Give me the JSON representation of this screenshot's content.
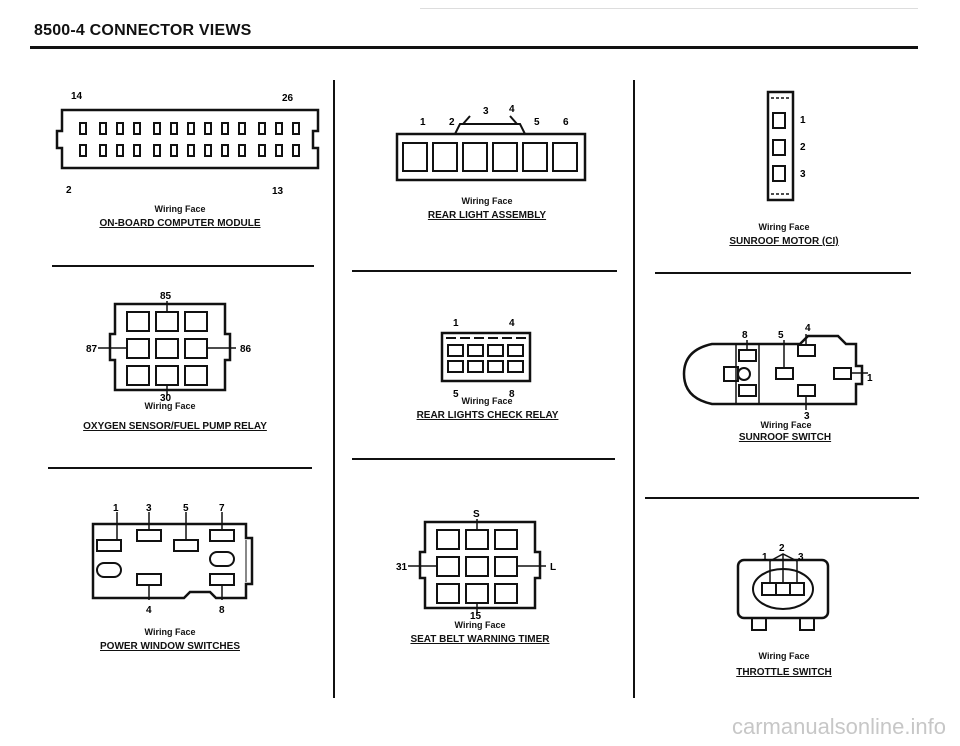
{
  "header": {
    "title": "8500-4 CONNECTOR VIEWS"
  },
  "common": {
    "wiring_face": "Wiring Face"
  },
  "connectors": {
    "obc": {
      "title": "ON-BOARD COMPUTER MODULE",
      "pin_labels": [
        "14",
        "26",
        "2",
        "13"
      ]
    },
    "rear_light": {
      "title": "REAR LIGHT ASSEMBLY",
      "pin_labels": [
        "1",
        "2",
        "3",
        "4",
        "5",
        "6"
      ]
    },
    "sunroof_motor": {
      "title": "SUNROOF MOTOR (CI)",
      "pin_labels": [
        "1",
        "2",
        "3"
      ]
    },
    "o2_relay": {
      "title": "OXYGEN SENSOR/FUEL PUMP RELAY",
      "pin_labels": [
        "85",
        "87",
        "86",
        "30"
      ]
    },
    "rear_lights_check": {
      "title": "REAR LIGHTS CHECK RELAY",
      "pin_labels": [
        "1",
        "4",
        "5",
        "8"
      ]
    },
    "sunroof_switch": {
      "title": "SUNROOF SWITCH",
      "pin_labels": [
        "8",
        "5",
        "4",
        "1",
        "3"
      ]
    },
    "window_switches": {
      "title": "POWER WINDOW SWITCHES",
      "pin_labels": [
        "1",
        "3",
        "5",
        "7",
        "4",
        "8"
      ]
    },
    "seat_belt": {
      "title": "SEAT BELT WARNING TIMER",
      "pin_labels": [
        "S",
        "31",
        "L",
        "15"
      ]
    },
    "throttle": {
      "title": "THROTTLE SWITCH",
      "pin_labels": [
        "1",
        "2",
        "3"
      ]
    }
  },
  "watermark": "carmanualsonline.info"
}
